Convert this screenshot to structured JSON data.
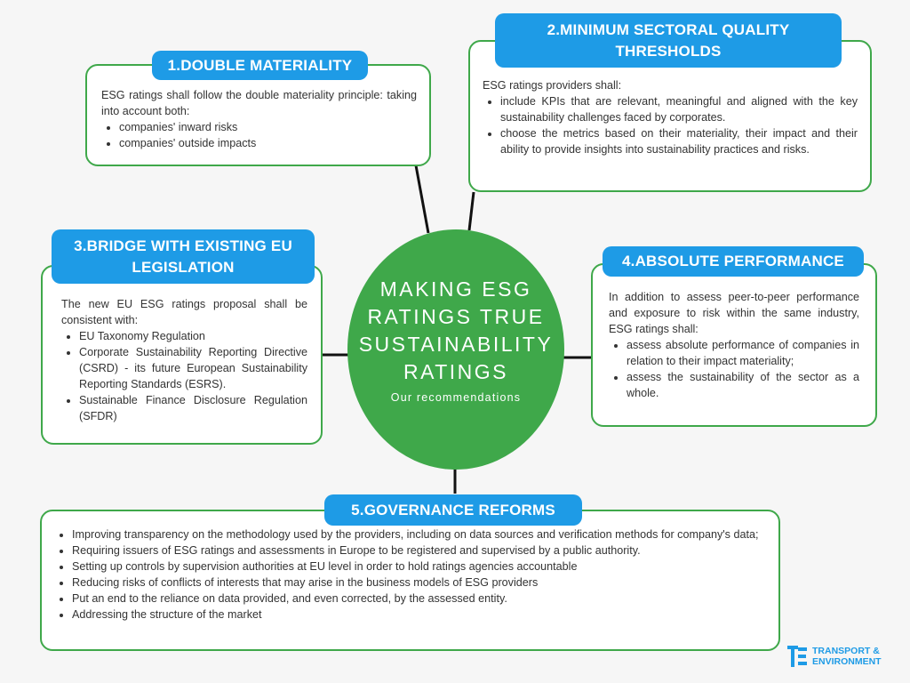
{
  "center": {
    "headline": "MAKING ESG RATINGS TRUE SUSTAINABILITY RATINGS",
    "subtitle": "Our recommendations"
  },
  "box1": {
    "title": "1.DOUBLE MATERIALITY",
    "intro": "ESG ratings shall follow the double materiality principle: taking into account both:",
    "bullets": [
      "companies' inward risks",
      "companies' outside impacts"
    ]
  },
  "box2": {
    "title": "2.MINIMUM SECTORAL QUALITY THRESHOLDS",
    "intro": "ESG ratings providers shall:",
    "bullets": [
      "include KPIs that are relevant, meaningful and aligned with the key sustainability challenges faced by corporates.",
      "choose the metrics based on their materiality, their impact and their ability to provide insights into sustainability practices and risks."
    ]
  },
  "box3": {
    "title": "3.BRIDGE WITH EXISTING EU LEGISLATION",
    "intro": "The new EU ESG ratings proposal shall be consistent with:",
    "bullets": [
      "EU Taxonomy Regulation",
      "Corporate Sustainability Reporting Directive (CSRD) - its future European Sustainability Reporting Standards (ESRS).",
      "Sustainable Finance Disclosure Regulation (SFDR)"
    ]
  },
  "box4": {
    "title": "4.ABSOLUTE PERFORMANCE",
    "intro": "In addition to assess peer-to-peer performance and exposure to risk within the same industry, ESG ratings shall:",
    "bullets": [
      "assess absolute performance of companies in relation to their impact materiality;",
      "assess the sustainability of the sector as a whole."
    ]
  },
  "box5": {
    "title": "5.GOVERNANCE REFORMS",
    "bullets": [
      "Improving transparency on the methodology used by the providers, including on data sources and verification methods for company's data;",
      "Requiring issuers of ESG ratings and assessments in Europe to be registered and supervised by a public authority.",
      "Setting up controls by supervision authorities at EU level in order to hold ratings agencies accountable",
      "Reducing risks of conflicts of interests that may arise in the business models of ESG providers",
      "Put an end to the reliance on data provided, and even corrected, by the assessed entity.",
      "Addressing the structure of the market"
    ]
  },
  "logo": {
    "line1": "TRANSPORT &",
    "line2": "ENVIRONMENT",
    "icon": "te-logo-icon"
  },
  "colors": {
    "green": "#3fa84a",
    "blue": "#1e9be6",
    "text": "#333333",
    "background": "#f6f6f6"
  }
}
